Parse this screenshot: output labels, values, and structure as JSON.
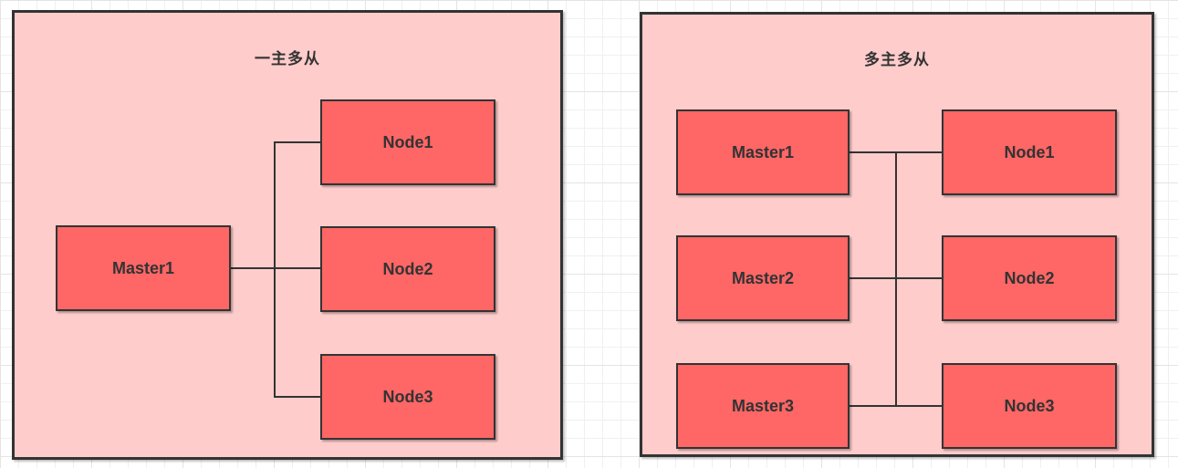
{
  "colors": {
    "node_fill": "#FF6666",
    "panel_fill": "#FFCCCC",
    "stroke": "#333333",
    "grid_minor": "#f0f0f0",
    "grid_major": "#e4e4e4",
    "text": "#333333"
  },
  "panels": [
    {
      "title": "一主多从",
      "master": {
        "label": "Master1"
      },
      "slaves": [
        {
          "label": "Node1"
        },
        {
          "label": "Node2"
        },
        {
          "label": "Node3"
        }
      ]
    },
    {
      "title": "多主多从",
      "masters": [
        {
          "label": "Master1"
        },
        {
          "label": "Master2"
        },
        {
          "label": "Master3"
        }
      ],
      "slaves": [
        {
          "label": "Node1"
        },
        {
          "label": "Node2"
        },
        {
          "label": "Node3"
        }
      ]
    }
  ]
}
